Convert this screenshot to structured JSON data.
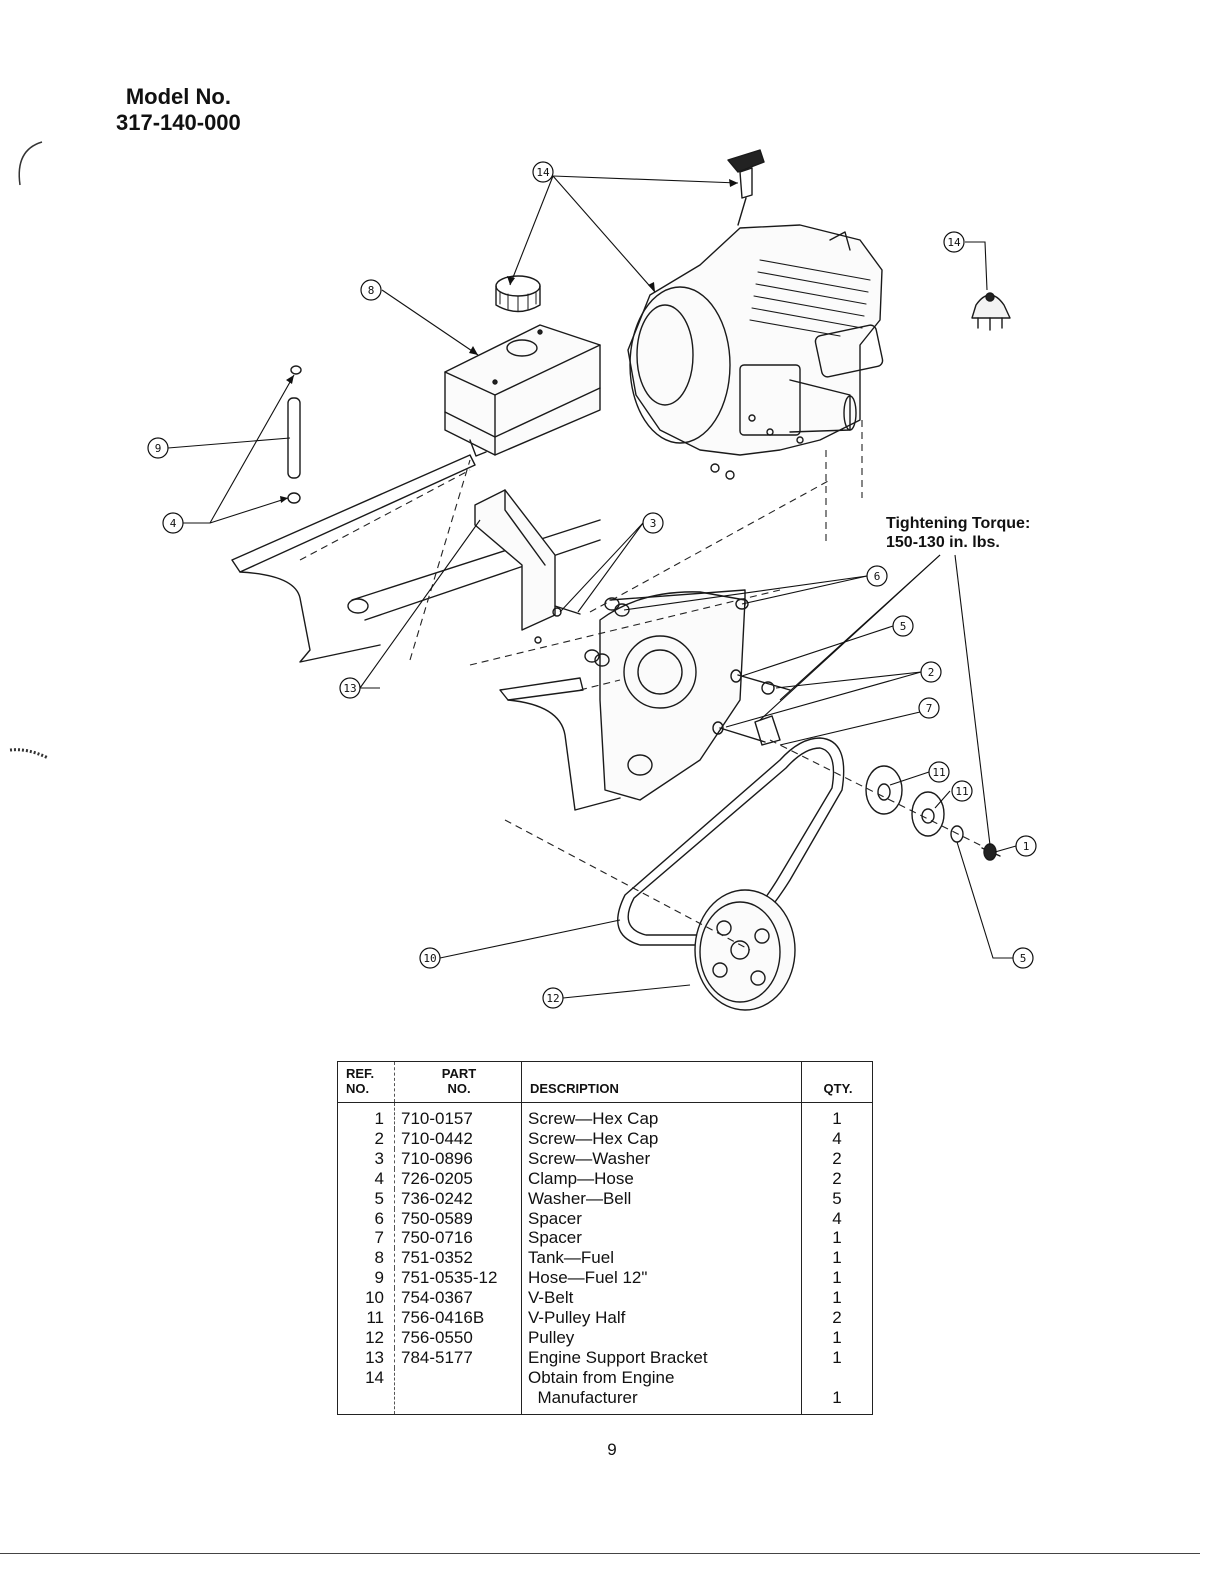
{
  "header": {
    "label": "Model No.",
    "number": "317-140-000"
  },
  "torque_note": {
    "line1": "Tightening Torque:",
    "line2": "150-130 in. lbs."
  },
  "callouts": [
    {
      "ref": "14",
      "part": "primer-bulb"
    },
    {
      "ref": "14",
      "part": "engine-fuel-cap"
    },
    {
      "ref": "14",
      "part": "ignition-switch"
    },
    {
      "ref": "8",
      "part": "fuel-tank"
    },
    {
      "ref": "9",
      "part": "fuel-hose"
    },
    {
      "ref": "4",
      "part": "hose-clamp"
    },
    {
      "ref": "3",
      "part": "screw-washer"
    },
    {
      "ref": "6",
      "part": "spacer"
    },
    {
      "ref": "5",
      "part": "bell-washer"
    },
    {
      "ref": "2",
      "part": "hex-cap-screw"
    },
    {
      "ref": "7",
      "part": "spacer-small"
    },
    {
      "ref": "11",
      "part": "v-pulley-half-a"
    },
    {
      "ref": "11",
      "part": "v-pulley-half-b"
    },
    {
      "ref": "1",
      "part": "hex-cap-screw-end"
    },
    {
      "ref": "5",
      "part": "bell-washer-end"
    },
    {
      "ref": "13",
      "part": "engine-support-bracket"
    },
    {
      "ref": "10",
      "part": "v-belt"
    },
    {
      "ref": "12",
      "part": "pulley"
    }
  ],
  "table": {
    "headers": {
      "ref": [
        "REF.",
        "NO."
      ],
      "part": [
        "PART",
        "NO."
      ],
      "desc": "DESCRIPTION",
      "qty": "QTY."
    },
    "rows": [
      {
        "ref": "1",
        "part": "710-0157",
        "desc": "Screw—Hex Cap",
        "qty": "1"
      },
      {
        "ref": "2",
        "part": "710-0442",
        "desc": "Screw—Hex Cap",
        "qty": "4"
      },
      {
        "ref": "3",
        "part": "710-0896",
        "desc": "Screw—Washer",
        "qty": "2"
      },
      {
        "ref": "4",
        "part": "726-0205",
        "desc": "Clamp—Hose",
        "qty": "2"
      },
      {
        "ref": "5",
        "part": "736-0242",
        "desc": "Washer—Bell",
        "qty": "5"
      },
      {
        "ref": "6",
        "part": "750-0589",
        "desc": "Spacer",
        "qty": "4"
      },
      {
        "ref": "7",
        "part": "750-0716",
        "desc": "Spacer",
        "qty": "1"
      },
      {
        "ref": "8",
        "part": "751-0352",
        "desc": "Tank—Fuel",
        "qty": "1"
      },
      {
        "ref": "9",
        "part": "751-0535-12",
        "desc": "Hose—Fuel 12\"",
        "qty": "1"
      },
      {
        "ref": "10",
        "part": "754-0367",
        "desc": "V-Belt",
        "qty": "1"
      },
      {
        "ref": "11",
        "part": "756-0416B",
        "desc": "V-Pulley Half",
        "qty": "2"
      },
      {
        "ref": "12",
        "part": "756-0550",
        "desc": "Pulley",
        "qty": "1"
      },
      {
        "ref": "13",
        "part": "784-5177",
        "desc": "Engine Support Bracket",
        "qty": "1"
      },
      {
        "ref": "14",
        "part": "",
        "desc": "Obtain from Engine\n  Manufacturer",
        "qty": "\n1"
      }
    ]
  },
  "page_number": "9"
}
